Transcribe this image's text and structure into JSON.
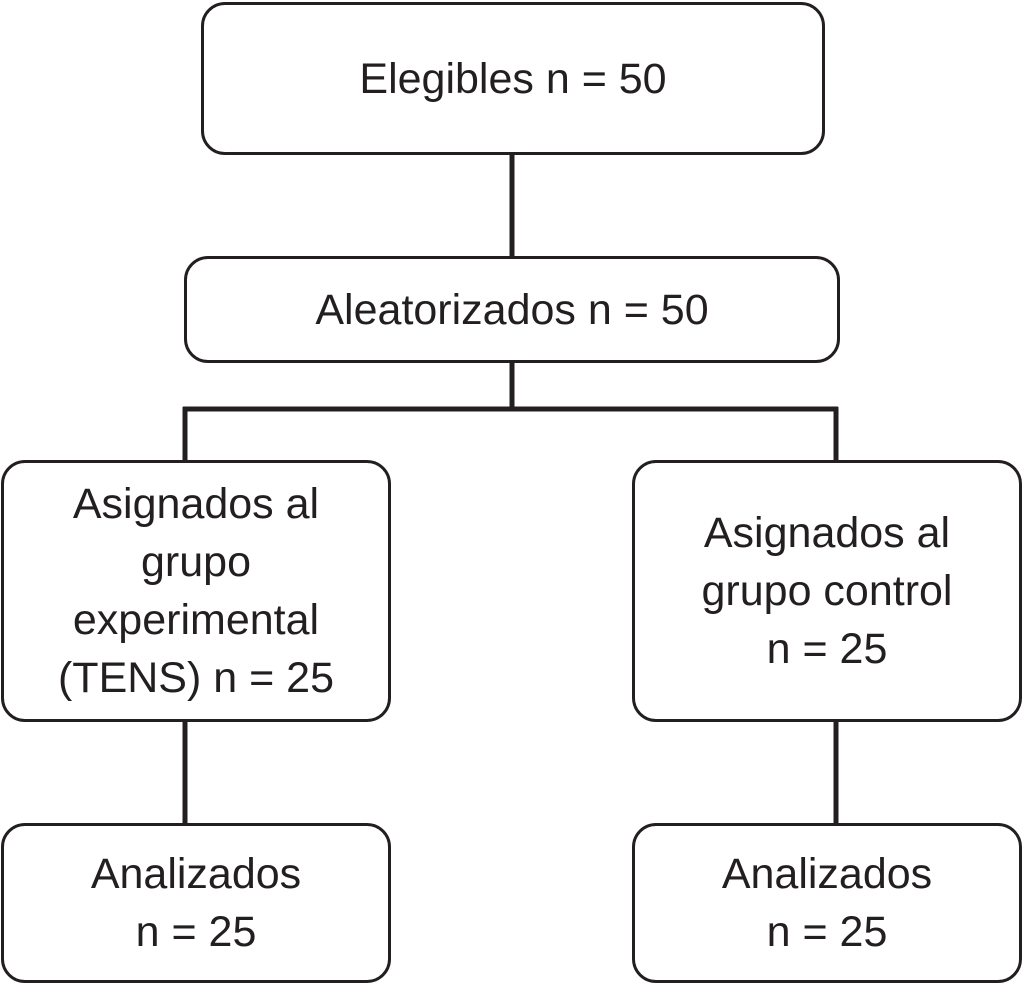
{
  "nodes": {
    "elegibles": {
      "lines": [
        "Elegibles n = 50"
      ]
    },
    "aleatorizados": {
      "lines": [
        "Aleatorizados n = 50"
      ]
    },
    "experimental": {
      "lines": [
        "Asignados al",
        "grupo",
        "experimental",
        "(TENS) n = 25"
      ]
    },
    "control": {
      "lines": [
        "Asignados al",
        "grupo control",
        "n = 25"
      ]
    },
    "analizados_experimental": {
      "lines": [
        "Analizados",
        "n = 25"
      ]
    },
    "analizados_control": {
      "lines": [
        "Analizados",
        "n = 25"
      ]
    }
  },
  "edges": [
    {
      "from": "elegibles",
      "to": "aleatorizados"
    },
    {
      "from": "aleatorizados",
      "to": "experimental"
    },
    {
      "from": "aleatorizados",
      "to": "control"
    },
    {
      "from": "experimental",
      "to": "analizados_experimental"
    },
    {
      "from": "control",
      "to": "analizados_control"
    }
  ],
  "colors": {
    "stroke": "#231f20",
    "background": "#ffffff"
  }
}
